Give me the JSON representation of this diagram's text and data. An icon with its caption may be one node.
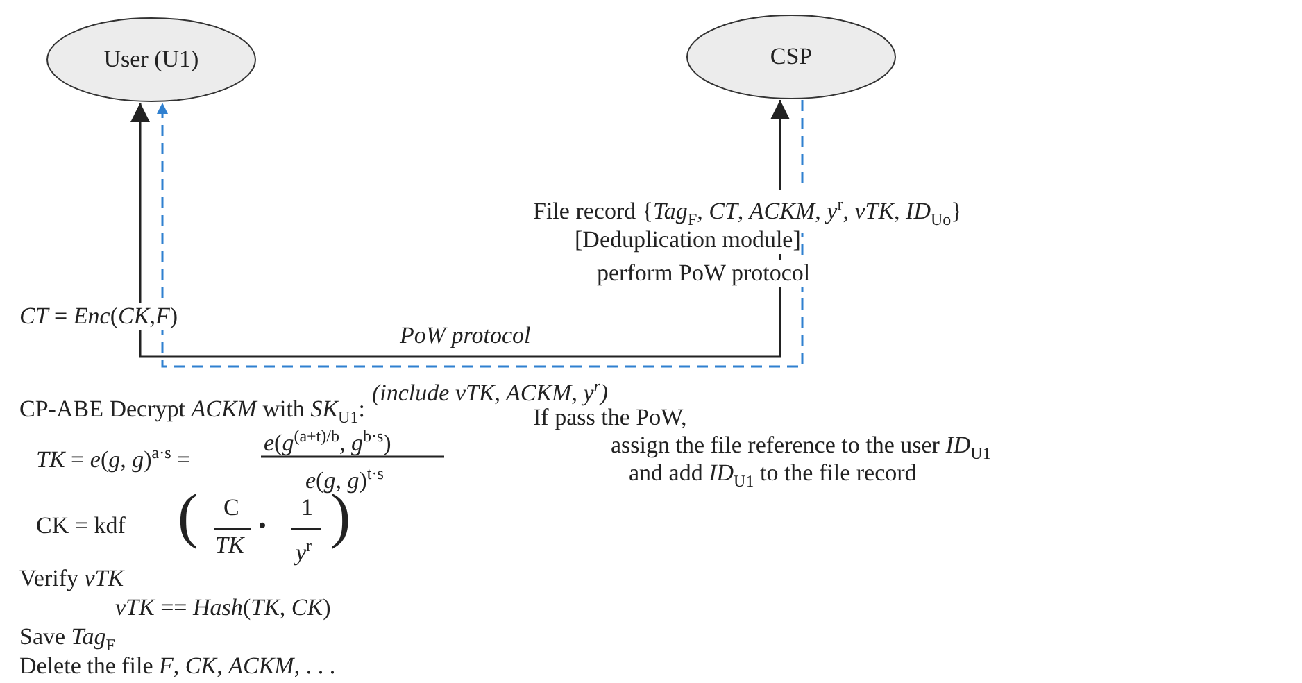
{
  "diagram": {
    "nodes": [
      {
        "text": [
          "User (U1)"
        ]
      },
      {
        "text": [
          "CSP"
        ]
      }
    ],
    "edges": [
      {
        "from": 0,
        "to": 1,
        "arrow": "both",
        "label": "PoW protocol"
      },
      {
        "from": 1,
        "to": 0,
        "arrow": "to",
        "label": "(include vTK, ACKM, y$^{r}$)",
        "style": "dashed",
        "color": "#2f80d0"
      }
    ],
    "labels": [
      "File record {*Tag*$_{F}$, *CT*, *ACKM*, *y*$^{r}$, *vTK*, *ID*$_{Uo}$}",
      "[Deduplication module]",
      "perform PoW protocol",
      "*CT* = *Enc*(*CK*,*F*)",
      "CP-ABE Decrypt *ACKM* with *SK*$_{U1}$:",
      "*TK* = *e*(*g*, *g*)$^{a·s}$ =",
      "*e*(*g*$^{(a+t)/b}$, *g*$^{b·s}$)",
      "*e*(*g*, *g*)$^{t·s}$",
      "CK = kdf",
      "(",
      "C",
      "*TK*",
      "•",
      "1",
      "*y*$^{r}$",
      ")",
      "Verify *vTK*",
      "*vTK* == *Hash*(*TK*, *CK*)",
      "Save *Tag*$_{F}$",
      "Delete the file *F*, *CK*, *ACKM*, . . .",
      "If pass the PoW,",
      "assign the file reference to the user *ID*$_{U1}$",
      "and add *ID*$_{U1}$ to the file record"
    ]
  }
}
